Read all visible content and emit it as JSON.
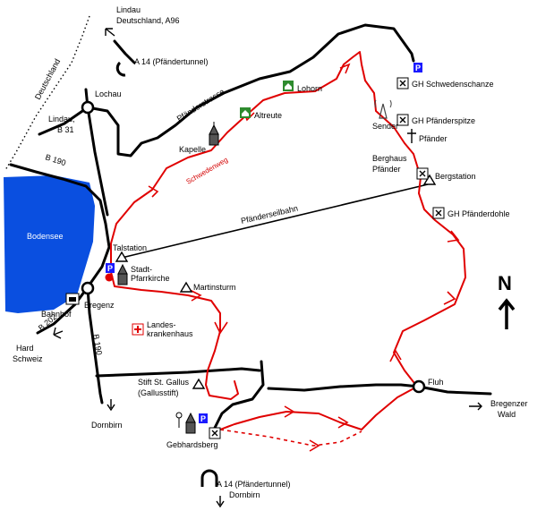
{
  "lake": {
    "name": "Bodensee",
    "color": "#0a4fe0"
  },
  "colors": {
    "trail": "#e00000",
    "road": "#000000",
    "parking": "#1a1aff",
    "hospital": "#e00000",
    "inn": "#2e8b2e"
  },
  "regions": {
    "germany": "Deutschland"
  },
  "roads": {
    "pfaender_strasse": "Pfänderstrasse",
    "b190_north": "B 190",
    "b202": "B 202",
    "b190_south": "B 190",
    "cableway": "Pfänderseilbahn"
  },
  "trail_label": "Schwedenweg",
  "directions": {
    "lindau_top": [
      "Lindau",
      "Deutschland, A96"
    ],
    "a14_north": "A 14 (Pfändertunnel)",
    "lindau_b31": [
      "Lindau,",
      "B 31"
    ],
    "hard_schweiz": [
      "Hard",
      "Schweiz"
    ],
    "dornbirn": "Dornbirn",
    "bregenzer_wald": [
      "Bregenzer",
      "Wald"
    ],
    "a14_south": [
      "A 14 (Pfändertunnel)",
      "Dornbirn"
    ]
  },
  "places": {
    "lochau": "Lochau",
    "bregenz": "Bregenz",
    "bahnhof": "Bahnhof",
    "fluh": "Fluh",
    "lohorn": "Lohorn",
    "altreute": "Altreute",
    "kapelle": "Kapelle",
    "gh_schwedenschanze": "GH Schwedenschanze",
    "sender": "Sender",
    "gh_pfaenderspitze": "GH Pfänderspitze",
    "pfaender": "Pfänder",
    "berghaus": [
      "Berghaus",
      "Pfänder"
    ],
    "bergstation": "Bergstation",
    "gh_pfaenderdohle": "GH Pfänderdohle",
    "talstation": "Talstation",
    "stadtpfarrkirche": [
      "Stadt-",
      "Pfarrkirche"
    ],
    "martinsturm": "Martinsturm",
    "krankenhaus": [
      "Landes-",
      "krankenhaus"
    ],
    "stift": [
      "Stift St. Gallus",
      "(Gallusstift)"
    ],
    "gebhardsberg": "Gebhardsberg"
  },
  "symbols": {
    "parking": "P",
    "north": "N"
  }
}
